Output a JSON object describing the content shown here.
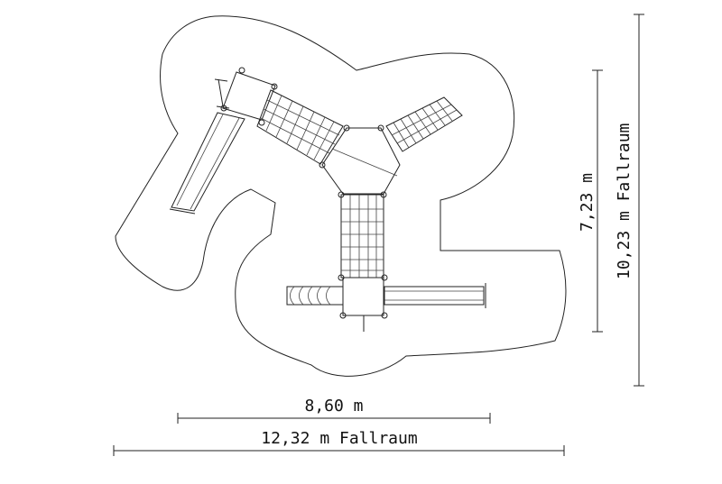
{
  "dimensions": {
    "width_inner": "8,60  m",
    "width_outer": "12,32  m Fallraum",
    "height_inner": "7,23  m",
    "height_outer": "10,23  m Fallraum"
  },
  "colors": {
    "line": "#222222",
    "background": "#ffffff"
  }
}
